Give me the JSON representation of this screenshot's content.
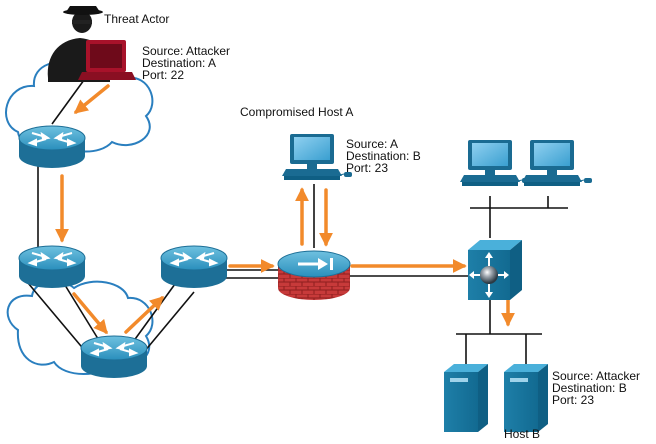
{
  "labels": {
    "threat_actor": "Threat Actor",
    "compromised_host": "Compromised Host A",
    "host_b": "Host B"
  },
  "info_boxes": {
    "attacker_packet": {
      "source": "Source: Attacker",
      "destination": "Destination: A",
      "port": "Port: 22"
    },
    "host_a_packet": {
      "source": "Source: A",
      "destination": "Destination: B",
      "port": "Port: 23"
    },
    "host_b_packet": {
      "source": "Source: Attacker",
      "destination": "Destination: B",
      "port": "Port: 23"
    }
  },
  "colors": {
    "arrow": "#f28a2b",
    "device_blue": "#1e7fa8",
    "device_blue_dark": "#0f5f84",
    "firewall_brick": "#c73a3a",
    "attacker_laptop": "#a8122a",
    "cloud_outline": "#2a7fbf",
    "link": "#111111"
  },
  "icons": [
    "threat-actor-icon",
    "router-icon",
    "firewall-icon",
    "multilayer-switch-icon",
    "pc-icon",
    "server-icon",
    "cloud-icon"
  ]
}
